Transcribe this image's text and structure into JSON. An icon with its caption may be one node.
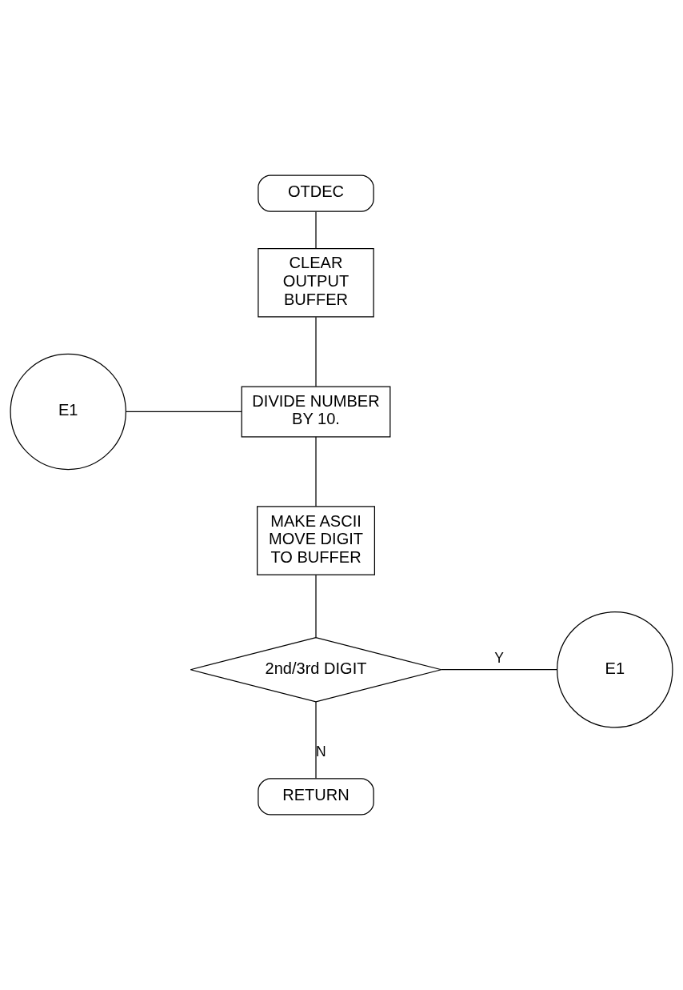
{
  "diagram": {
    "nodes": [
      {
        "text": [
          "OTDEC"
        ]
      },
      {
        "text": [
          "CLEAR OUTPUT BUFFER"
        ]
      },
      {
        "text": [
          "E1"
        ]
      },
      {
        "text": [
          "DIVIDE NUMBER BY 10."
        ]
      },
      {
        "text": [
          "MAKE ASCII MOVE DIGIT TO BUFFER"
        ]
      },
      {
        "text": [
          "2nd/3rd DIGIT"
        ]
      },
      {
        "text": [
          "E1"
        ]
      },
      {
        "text": [
          "RETURN"
        ]
      }
    ],
    "edges": [
      {
        "from": 0,
        "to": 1,
        "arrow": "none"
      },
      {
        "from": 1,
        "to": 3,
        "arrow": "none"
      },
      {
        "from": 2,
        "to": 3,
        "arrow": "none"
      },
      {
        "from": 3,
        "to": 4,
        "arrow": "none"
      },
      {
        "from": 4,
        "to": 5,
        "arrow": "none"
      },
      {
        "from": 5,
        "to": 6,
        "label": "Y",
        "arrow": "none"
      },
      {
        "from": 5,
        "to": 7,
        "label": "N",
        "arrow": "none"
      }
    ]
  }
}
